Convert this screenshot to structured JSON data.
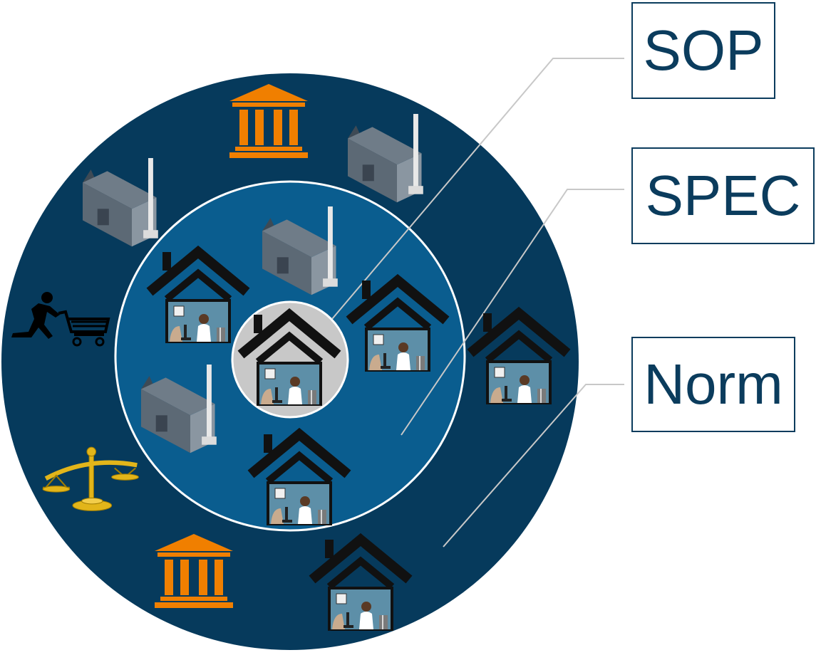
{
  "labels": {
    "sop": "SOP",
    "spec": "SPEC",
    "norm": "Norm"
  },
  "colors": {
    "outer_ring": "#063a5c",
    "middle_ring": "#0a5d8f",
    "inner_circle": "#c8c8c8",
    "label_border": "#0b3c5d",
    "connector": "#c8c8c8",
    "institution": "#f07f00",
    "scale": "#e2b51a",
    "house_roof": "#111111",
    "lab_wall": "#5d8fa8"
  },
  "icons": [
    "institution-icon",
    "factory-icon",
    "house-lab-icon",
    "shopper-icon",
    "scale-icon"
  ]
}
